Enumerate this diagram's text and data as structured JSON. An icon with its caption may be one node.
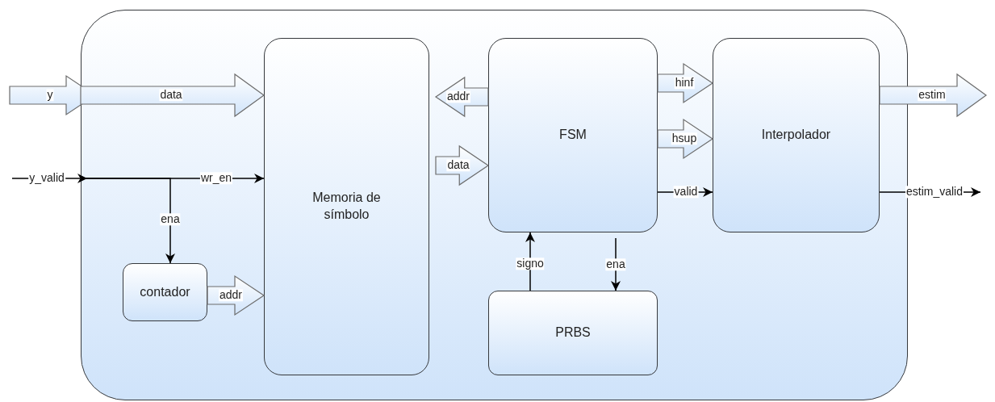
{
  "diagram": {
    "nodes": [
      {
        "text": [],
        "shape": "box"
      },
      {
        "text": [
          "Memoria de símbolo"
        ],
        "in": 0
      },
      {
        "text": [
          "FSM"
        ],
        "in": 0
      },
      {
        "text": [
          "Interpolador"
        ],
        "in": 0
      },
      {
        "text": [
          "contador"
        ],
        "in": 0
      },
      {
        "text": [
          "PRBS"
        ],
        "in": 0
      }
    ],
    "edges": [
      {
        "from": null,
        "to": 0,
        "arrow": "to",
        "label": "y",
        "style": "thick"
      },
      {
        "from": 0,
        "to": 1,
        "arrow": "to",
        "label": "data",
        "style": "thick"
      },
      {
        "from": null,
        "to": 0,
        "arrow": "to",
        "label": "y_valid"
      },
      {
        "from": 0,
        "to": 1,
        "arrow": "to",
        "label": "wr_en"
      },
      {
        "from": 0,
        "to": 4,
        "arrow": "to",
        "label": "ena"
      },
      {
        "from": 4,
        "to": 1,
        "arrow": "to",
        "label": "addr",
        "style": "thick"
      },
      {
        "from": 2,
        "to": 1,
        "arrow": "to",
        "label": "addr",
        "style": "thick"
      },
      {
        "from": 1,
        "to": 2,
        "arrow": "to",
        "label": "data",
        "style": "thick"
      },
      {
        "from": 2,
        "to": 3,
        "arrow": "to",
        "label": "hinf",
        "style": "thick"
      },
      {
        "from": 2,
        "to": 3,
        "arrow": "to",
        "label": "hsup",
        "style": "thick"
      },
      {
        "from": 2,
        "to": 3,
        "arrow": "to",
        "label": "valid"
      },
      {
        "from": 3,
        "to": null,
        "arrow": "to",
        "label": "estim",
        "style": "thick"
      },
      {
        "from": 3,
        "to": null,
        "arrow": "to",
        "label": "estim_valid"
      },
      {
        "from": 5,
        "to": 2,
        "arrow": "to",
        "label": "signo"
      },
      {
        "from": 2,
        "to": 5,
        "arrow": "to",
        "label": "ena"
      }
    ]
  }
}
